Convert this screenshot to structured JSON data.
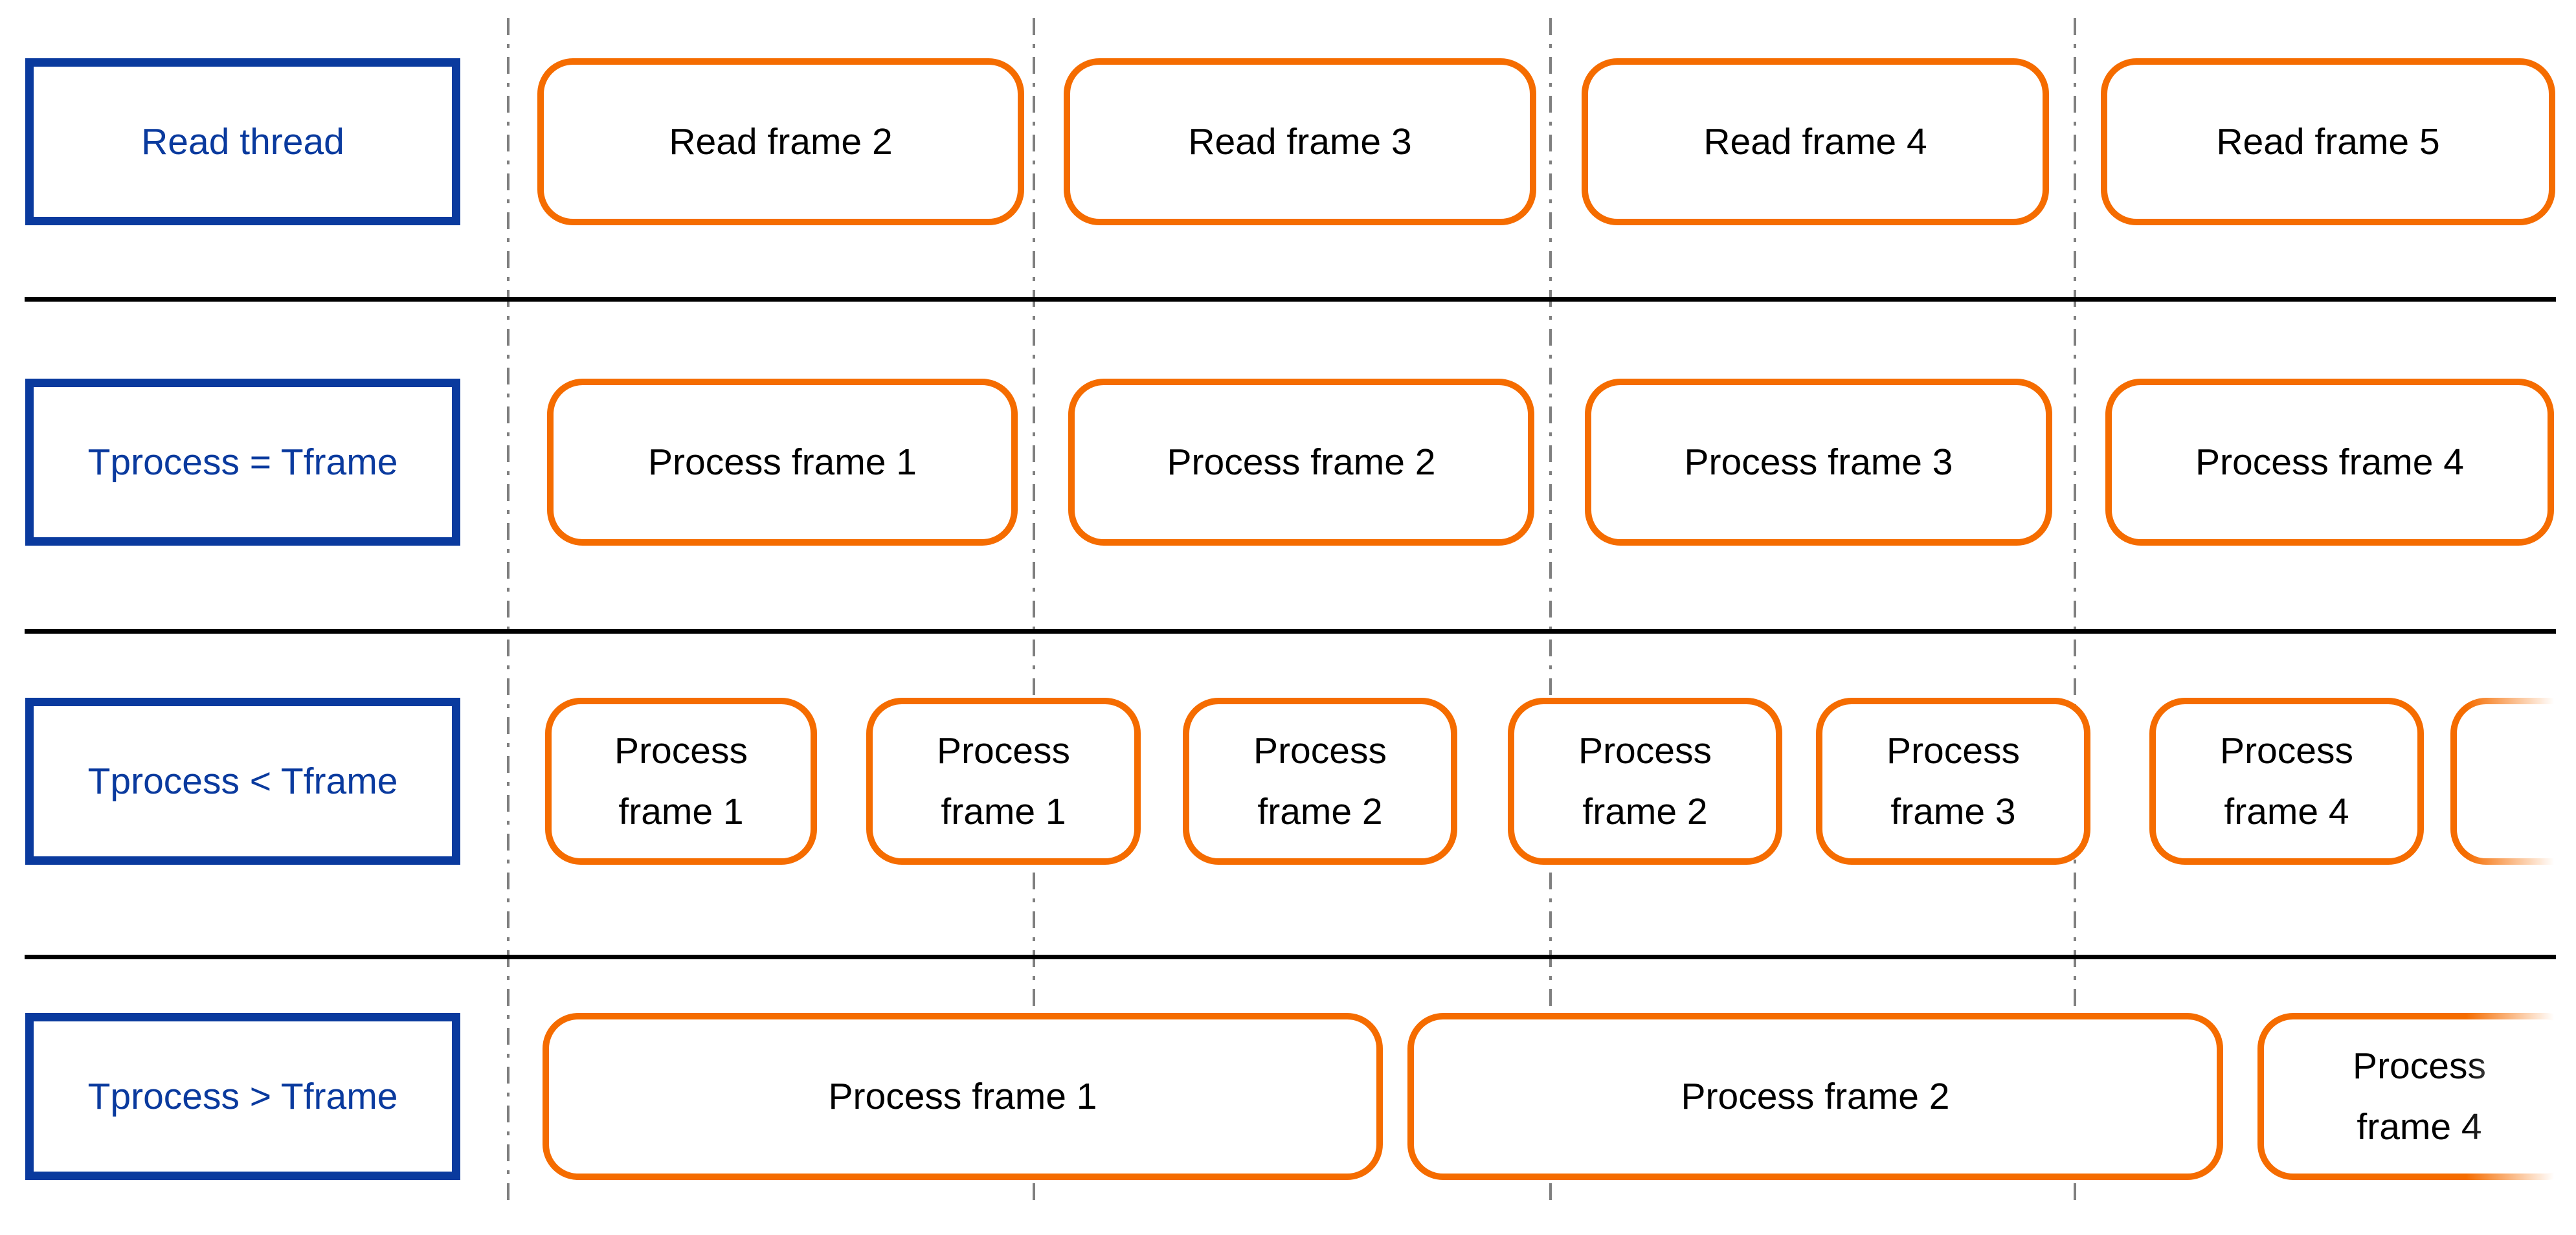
{
  "colors": {
    "box_blue": "#0A3A9E",
    "box_orange": "#F56C00",
    "frame_text_black": "#000000",
    "boundary_line_gray": "#7f7f7f",
    "separator_black": "#000000",
    "background": "#ffffff"
  },
  "rows": [
    {
      "label": "Read thread",
      "boxes": [
        {
          "label": "Read frame 2"
        },
        {
          "label": "Read frame 3"
        },
        {
          "label": "Read frame 4"
        },
        {
          "label": "Read frame 5"
        }
      ]
    },
    {
      "label": "Tprocess = Tframe",
      "boxes": [
        {
          "label": "Process frame 1"
        },
        {
          "label": "Process frame 2"
        },
        {
          "label": "Process frame 3"
        },
        {
          "label": "Process frame 4"
        }
      ]
    },
    {
      "label": "Tprocess < Tframe",
      "boxes": [
        {
          "line1": "Process",
          "line2": "frame 1"
        },
        {
          "line1": "Process",
          "line2": "frame 1"
        },
        {
          "line1": "Process",
          "line2": "frame 2"
        },
        {
          "line1": "Process",
          "line2": "frame 2"
        },
        {
          "line1": "Process",
          "line2": "frame 3"
        },
        {
          "line1": "Process",
          "line2": "frame 4"
        },
        {
          "line1": "",
          "line2": ""
        }
      ]
    },
    {
      "label": "Tprocess > Tframe",
      "boxes": [
        {
          "label": "Process frame 1"
        },
        {
          "label": "Process frame 2"
        },
        {
          "line1": "Process",
          "line2": "frame 4"
        }
      ]
    }
  ]
}
